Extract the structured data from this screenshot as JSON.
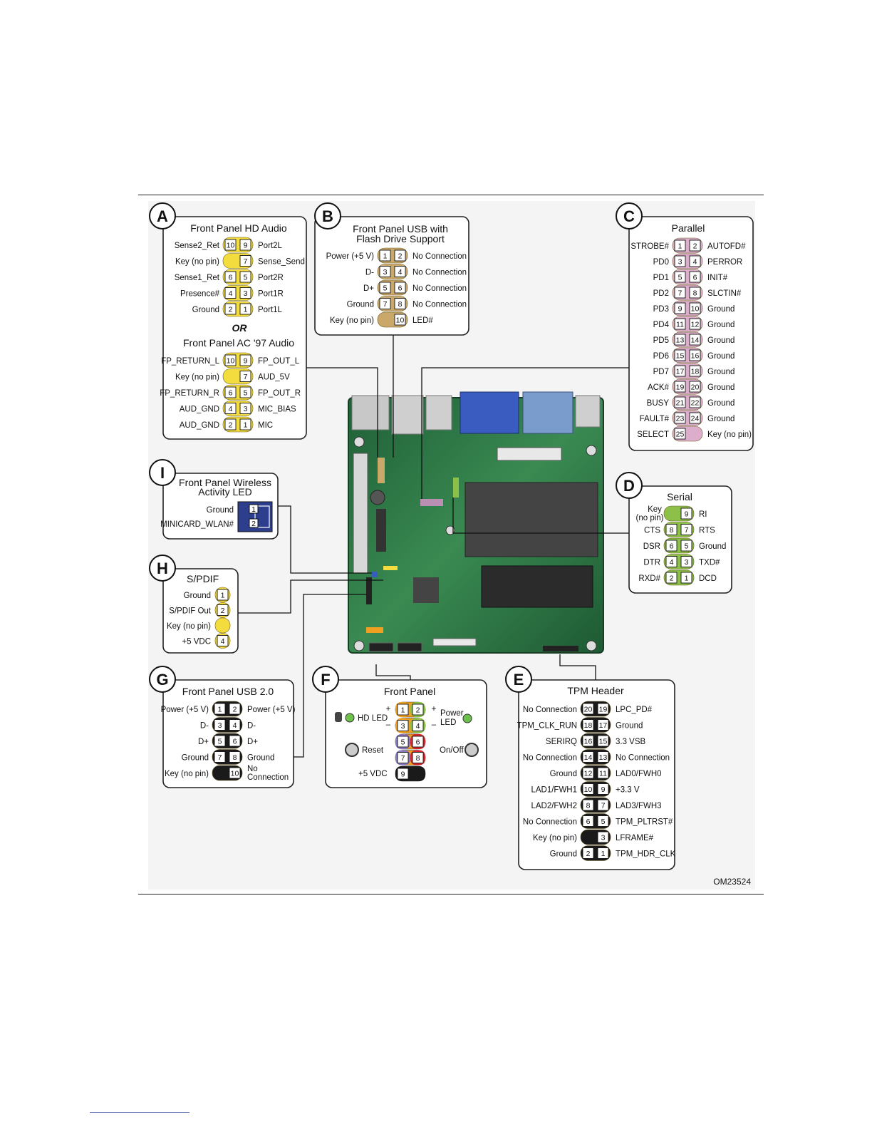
{
  "figure_id": "OM23524",
  "connector_or_label": "OR",
  "colors": {
    "yellow": "#f3dd3e",
    "tan": "#c9a86a",
    "pink": "#dcaecb",
    "green": "#8cc048",
    "black": "#1a1a1a",
    "orange": "#f0a020",
    "purple": "#8a78c0",
    "red": "#d8262c",
    "board": "#2f7a46",
    "wlan": "#2c3e8c"
  },
  "A": {
    "letter": "A",
    "title1": "Front Panel HD Audio",
    "title2": "Front Panel AC '97 Audio",
    "hd_rows": [
      {
        "l": "Sense2_Ret",
        "a": "10",
        "b": "9",
        "r": "Port2L"
      },
      {
        "l": "Key (no pin)",
        "a": "",
        "b": "7",
        "r": "Sense_Send"
      },
      {
        "l": "Sense1_Ret",
        "a": "6",
        "b": "5",
        "r": "Port2R"
      },
      {
        "l": "Presence#",
        "a": "4",
        "b": "3",
        "r": "Port1R"
      },
      {
        "l": "Ground",
        "a": "2",
        "b": "1",
        "r": "Port1L"
      }
    ],
    "ac_rows": [
      {
        "l": "FP_RETURN_L",
        "a": "10",
        "b": "9",
        "r": "FP_OUT_L"
      },
      {
        "l": "Key (no pin)",
        "a": "",
        "b": "7",
        "r": "AUD_5V"
      },
      {
        "l": "FP_RETURN_R",
        "a": "6",
        "b": "5",
        "r": "FP_OUT_R"
      },
      {
        "l": "AUD_GND",
        "a": "4",
        "b": "3",
        "r": "MIC_BIAS"
      },
      {
        "l": "AUD_GND",
        "a": "2",
        "b": "1",
        "r": "MIC"
      }
    ]
  },
  "B": {
    "letter": "B",
    "title1": "Front Panel USB with",
    "title2": "Flash Drive Support",
    "rows": [
      {
        "l": "Power (+5 V)",
        "a": "1",
        "b": "2",
        "r": "No Connection"
      },
      {
        "l": "D-",
        "a": "3",
        "b": "4",
        "r": "No Connection"
      },
      {
        "l": "D+",
        "a": "5",
        "b": "6",
        "r": "No Connection"
      },
      {
        "l": "Ground",
        "a": "7",
        "b": "8",
        "r": "No Connection"
      },
      {
        "l": "Key (no pin)",
        "a": "",
        "b": "10",
        "r": "LED#"
      }
    ]
  },
  "C": {
    "letter": "C",
    "title": "Parallel",
    "rows": [
      {
        "l": "STROBE#",
        "a": "1",
        "b": "2",
        "r": "AUTOFD#"
      },
      {
        "l": "PD0",
        "a": "3",
        "b": "4",
        "r": "PERROR"
      },
      {
        "l": "PD1",
        "a": "5",
        "b": "6",
        "r": "INIT#"
      },
      {
        "l": "PD2",
        "a": "7",
        "b": "8",
        "r": "SLCTIN#"
      },
      {
        "l": "PD3",
        "a": "9",
        "b": "10",
        "r": "Ground"
      },
      {
        "l": "PD4",
        "a": "11",
        "b": "12",
        "r": "Ground"
      },
      {
        "l": "PD5",
        "a": "13",
        "b": "14",
        "r": "Ground"
      },
      {
        "l": "PD6",
        "a": "15",
        "b": "16",
        "r": "Ground"
      },
      {
        "l": "PD7",
        "a": "17",
        "b": "18",
        "r": "Ground"
      },
      {
        "l": "ACK#",
        "a": "19",
        "b": "20",
        "r": "Ground"
      },
      {
        "l": "BUSY",
        "a": "21",
        "b": "22",
        "r": "Ground"
      },
      {
        "l": "FAULT#",
        "a": "23",
        "b": "24",
        "r": "Ground"
      },
      {
        "l": "SELECT",
        "a": "25",
        "b": "",
        "r": "Key (no pin)"
      }
    ]
  },
  "D": {
    "letter": "D",
    "title": "Serial",
    "key_l1": "Key",
    "key_l2": "(no pin)",
    "rows": [
      {
        "l": "",
        "a": "",
        "b": "9",
        "r": "RI"
      },
      {
        "l": "CTS",
        "a": "8",
        "b": "7",
        "r": "RTS"
      },
      {
        "l": "DSR",
        "a": "6",
        "b": "5",
        "r": "Ground"
      },
      {
        "l": "DTR",
        "a": "4",
        "b": "3",
        "r": "TXD#"
      },
      {
        "l": "RXD#",
        "a": "2",
        "b": "1",
        "r": "DCD"
      }
    ]
  },
  "E": {
    "letter": "E",
    "title": "TPM Header",
    "rows": [
      {
        "l": "No Connection",
        "a": "20",
        "b": "19",
        "r": "LPC_PD#"
      },
      {
        "l": "TPM_CLK_RUN",
        "a": "18",
        "b": "17",
        "r": "Ground"
      },
      {
        "l": "SERIRQ",
        "a": "16",
        "b": "15",
        "r": "3.3 VSB"
      },
      {
        "l": "No Connection",
        "a": "14",
        "b": "13",
        "r": "No Connection"
      },
      {
        "l": "Ground",
        "a": "12",
        "b": "11",
        "r": "LAD0/FWH0"
      },
      {
        "l": "LAD1/FWH1",
        "a": "10",
        "b": "9",
        "r": "+3.3 V"
      },
      {
        "l": "LAD2/FWH2",
        "a": "8",
        "b": "7",
        "r": "LAD3/FWH3"
      },
      {
        "l": "No Connection",
        "a": "6",
        "b": "5",
        "r": "TPM_PLTRST#"
      },
      {
        "l": "Key (no pin)",
        "a": "",
        "b": "3",
        "r": "LFRAME#"
      },
      {
        "l": "Ground",
        "a": "2",
        "b": "1",
        "r": "TPM_HDR_CLK"
      }
    ]
  },
  "F": {
    "letter": "F",
    "title": "Front Panel",
    "hd_led": "HD LED",
    "power_led1": "Power",
    "power_led2": "LED",
    "reset": "Reset",
    "onoff": "On/Off",
    "vdc": "+5 VDC",
    "plus": "+",
    "minus": "–",
    "pins": [
      {
        "a": "1",
        "b": "2"
      },
      {
        "a": "3",
        "b": "4"
      },
      {
        "a": "5",
        "b": "6"
      },
      {
        "a": "7",
        "b": "8"
      },
      {
        "a": "9",
        "b": ""
      }
    ]
  },
  "G": {
    "letter": "G",
    "title": "Front Panel USB 2.0",
    "rows": [
      {
        "l": "Power (+5 V)",
        "a": "1",
        "b": "2",
        "r": "Power (+5 V)"
      },
      {
        "l": "D-",
        "a": "3",
        "b": "4",
        "r": "D-"
      },
      {
        "l": "D+",
        "a": "5",
        "b": "6",
        "r": "D+"
      },
      {
        "l": "Ground",
        "a": "7",
        "b": "8",
        "r": "Ground"
      },
      {
        "l": "Key (no pin)",
        "a": "",
        "b": "10",
        "r1": "No",
        "r2": "Connection"
      }
    ]
  },
  "H": {
    "letter": "H",
    "title": "S/PDIF",
    "rows": [
      {
        "l": "Ground",
        "p": "1"
      },
      {
        "l": "S/PDIF Out",
        "p": "2"
      },
      {
        "l": "Key (no pin)",
        "p": ""
      },
      {
        "l": "+5 VDC",
        "p": "4"
      }
    ]
  },
  "I": {
    "letter": "I",
    "title1": "Front Panel Wireless",
    "title2": "Activity LED",
    "rows": [
      {
        "l": "Ground",
        "p": "1"
      },
      {
        "l": "MINICARD_WLAN#",
        "p": "2"
      }
    ]
  }
}
